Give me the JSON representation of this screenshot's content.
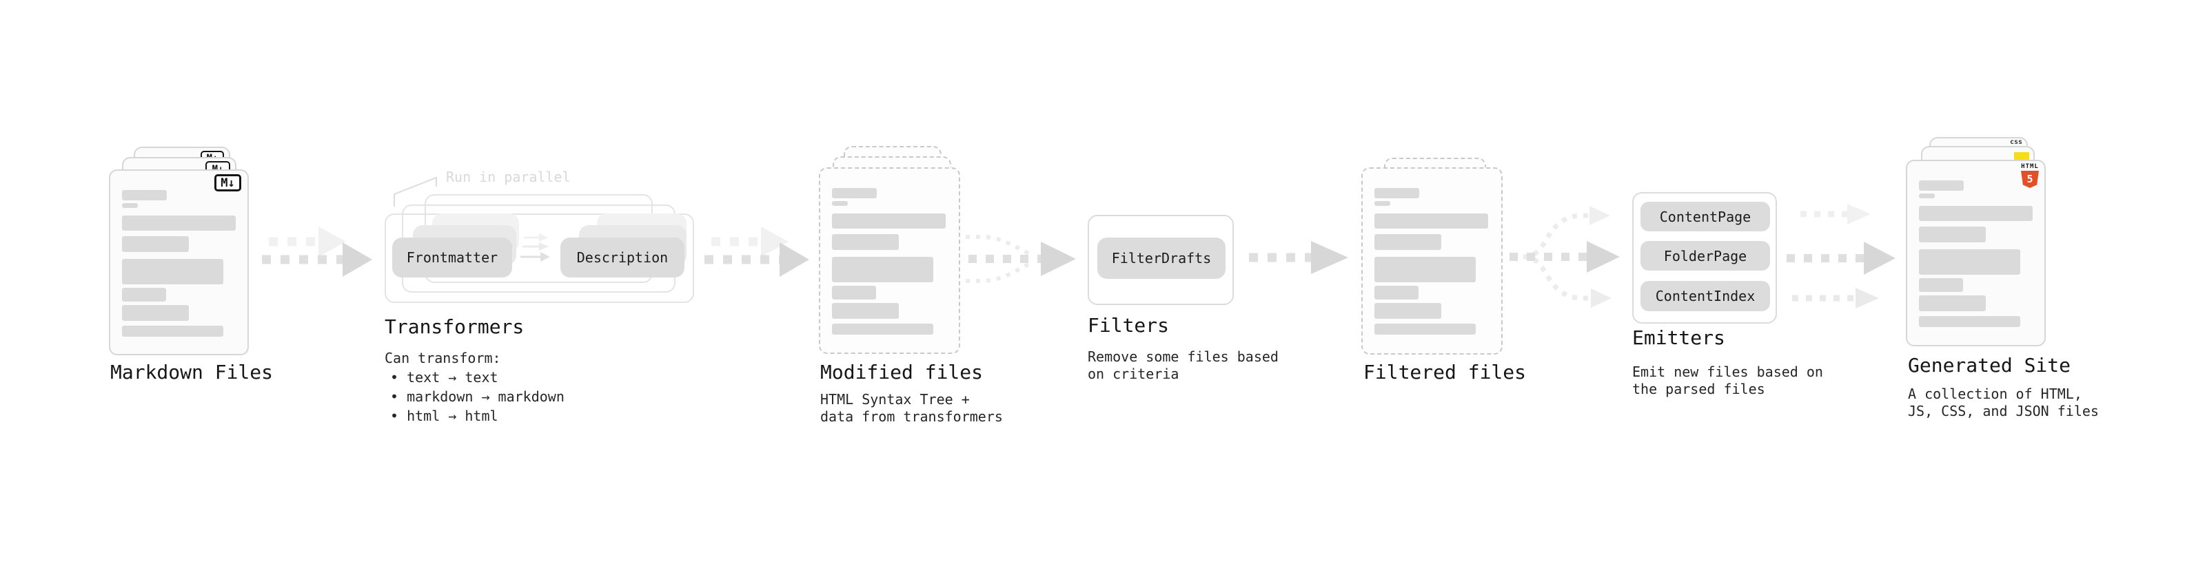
{
  "colors": {
    "html5_orange": "#e34f26",
    "js_yellow": "#f5de19",
    "css_blue": "#2e63e8"
  },
  "stages": {
    "markdown_files": {
      "label": "Markdown Files",
      "badge": "M↓"
    },
    "transformers": {
      "note": "Run in parallel",
      "pill_frontmatter": "Frontmatter",
      "pill_description": "Description",
      "heading": "Transformers",
      "caption_title": "Can transform:",
      "bullet_1": "• text → text",
      "bullet_2": "• markdown → markdown",
      "bullet_3": "• html → html"
    },
    "modified_files": {
      "heading": "Modified files",
      "caption_line1": "HTML Syntax Tree +",
      "caption_line2": "data from transformers"
    },
    "filters": {
      "pill": "FilterDrafts",
      "heading": "Filters",
      "caption_line1": "Remove some files based",
      "caption_line2": "on criteria"
    },
    "filtered_files": {
      "heading": "Filtered files"
    },
    "emitters": {
      "pill_1": "ContentPage",
      "pill_2": "FolderPage",
      "pill_3": "ContentIndex",
      "heading": "Emitters",
      "caption_line1": "Emit new files based on",
      "caption_line2": "the parsed files"
    },
    "generated_site": {
      "heading": "Generated Site",
      "caption_line1": "A collection of HTML,",
      "caption_line2": "JS, CSS, and JSON files",
      "css_badge": "css",
      "html5_label": "HTML",
      "html5_number": "5"
    }
  }
}
